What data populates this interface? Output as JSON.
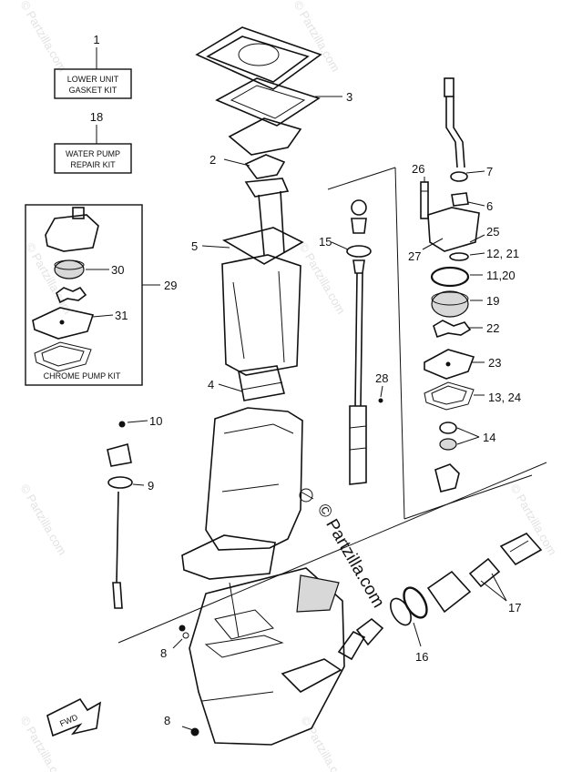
{
  "kits": {
    "lower_unit": {
      "number": "1",
      "line1": "LOWER UNIT",
      "line2": "GASKET KIT"
    },
    "water_pump": {
      "number": "18",
      "line1": "WATER PUMP",
      "line2": "REPAIR KIT"
    },
    "chrome_pump": {
      "number": "29",
      "caption": "CHROME PUMP KIT"
    }
  },
  "callouts": {
    "c2": "2",
    "c3": "3",
    "c4": "4",
    "c5": "5",
    "c6": "6",
    "c7": "7",
    "c8a": "8",
    "c8b": "8",
    "c9": "9",
    "c10": "10",
    "c11_20": "11,20",
    "c12_21": "12, 21",
    "c13_24": "13, 24",
    "c14": "14",
    "c15": "15",
    "c16": "16",
    "c17": "17",
    "c19": "19",
    "c22": "22",
    "c23": "23",
    "c25": "25",
    "c26": "26",
    "c27": "27",
    "c28": "28",
    "c30": "30",
    "c31": "31"
  },
  "watermark": {
    "center": "© Partzilla.com",
    "corner": "© Partzilla.com"
  },
  "direction": "FWD"
}
